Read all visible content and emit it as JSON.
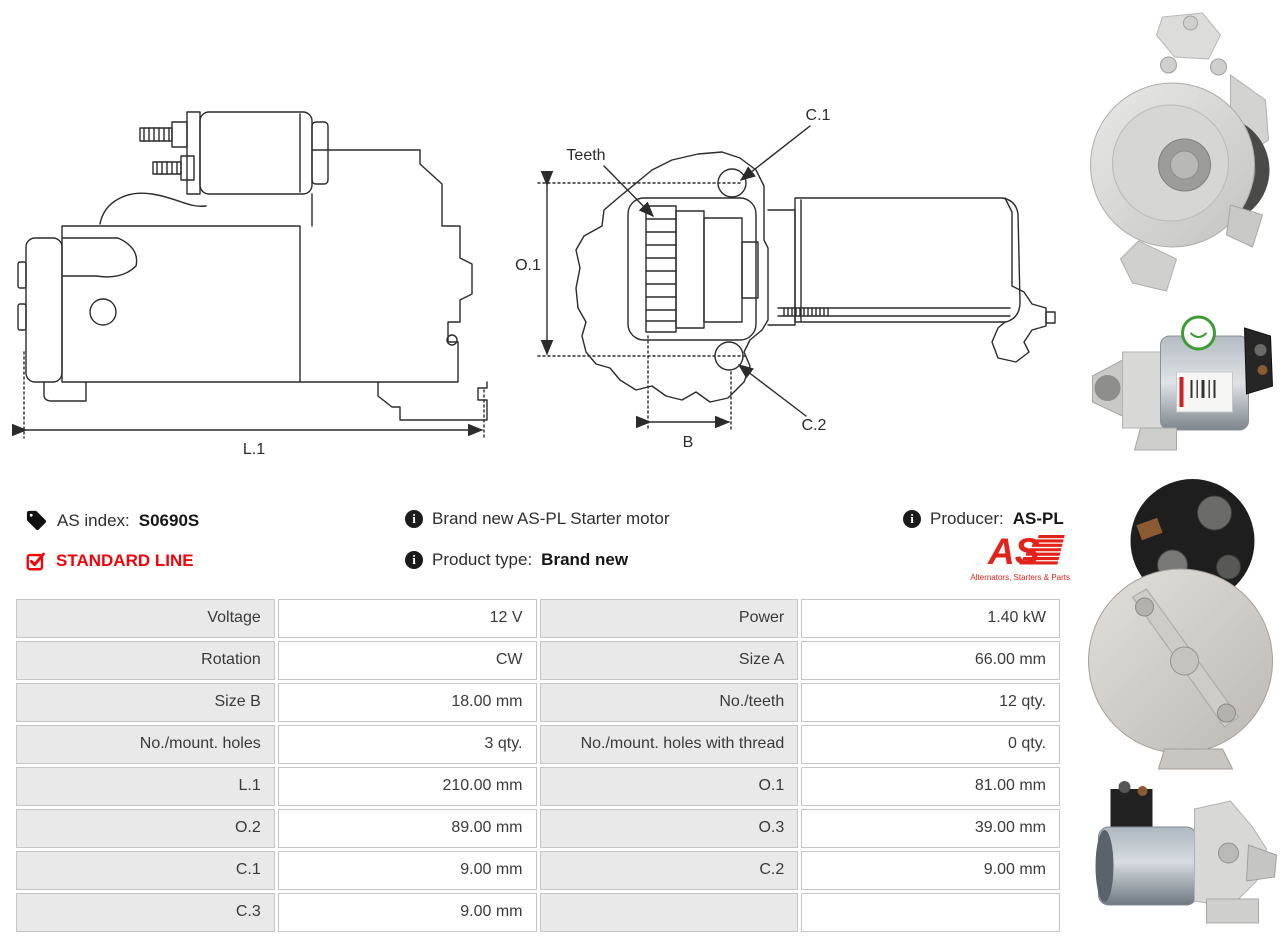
{
  "info": {
    "as_index": {
      "label": "AS index:",
      "value": "S0690S"
    },
    "standard_line": "STANDARD LINE",
    "brand_new": "Brand new AS-PL Starter motor",
    "product_type": {
      "label": "Product type:",
      "value": "Brand new"
    },
    "producer": {
      "label": "Producer:",
      "value": "AS-PL"
    },
    "logo": {
      "text": "AS",
      "tagline": "Alternators, Starters & Parts"
    }
  },
  "diagram_labels": {
    "l1": "L.1",
    "o1": "O.1",
    "b": "B",
    "c1": "C.1",
    "c2": "C.2",
    "teeth": "Teeth"
  },
  "colors": {
    "accent_red": "#f50308",
    "logo_red": "#e2231a",
    "table_label_bg": "#e9e9e9",
    "table_border": "#c6c6c6"
  },
  "spec_table": {
    "rows": [
      {
        "c0": "Voltage",
        "c1": "12 V",
        "c2": "Power",
        "c3": "1.40 kW"
      },
      {
        "c0": "Rotation",
        "c1": "CW",
        "c2": "Size A",
        "c3": "66.00 mm"
      },
      {
        "c0": "Size B",
        "c1": "18.00 mm",
        "c2": "No./teeth",
        "c3": "12 qty."
      },
      {
        "c0": "No./mount. holes",
        "c1": "3 qty.",
        "c2": "No./mount. holes with thread",
        "c3": "0 qty."
      },
      {
        "c0": "L.1",
        "c1": "210.00 mm",
        "c2": "O.1",
        "c3": "81.00 mm"
      },
      {
        "c0": "O.2",
        "c1": "89.00 mm",
        "c2": "O.3",
        "c3": "39.00 mm"
      },
      {
        "c0": "C.1",
        "c1": "9.00 mm",
        "c2": "C.2",
        "c3": "9.00 mm"
      },
      {
        "c0": "C.3",
        "c1": "9.00 mm",
        "c2": "",
        "c3": ""
      }
    ]
  }
}
